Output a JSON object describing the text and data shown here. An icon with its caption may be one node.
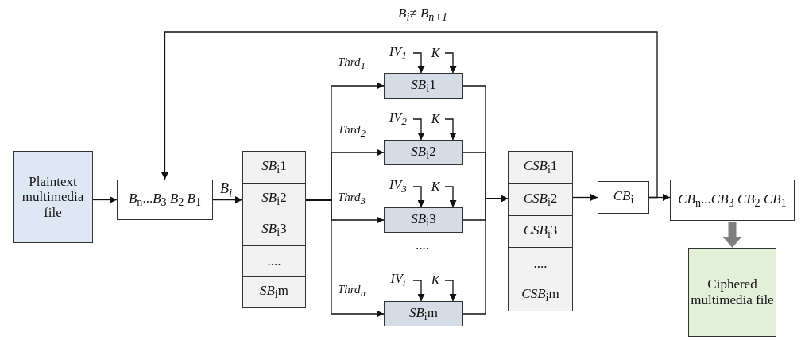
{
  "diagram": {
    "nodes": [
      {
        "text": [
          "Plaintext multimedia file"
        ]
      },
      {
        "text": [
          "*B*$_{n}$...*B*$_{3}$ *B*$_{2}$ *B*$_{1}$"
        ]
      },
      {
        "text": [],
        "shape": "box"
      },
      {
        "text": [
          "*SB*$_{i}$1"
        ],
        "in": 2
      },
      {
        "text": [
          "*SB*$_{i}$2"
        ],
        "in": 2
      },
      {
        "text": [
          "*SB*$_{i}$3"
        ],
        "in": 2
      },
      {
        "text": [
          "...."
        ],
        "in": 2
      },
      {
        "text": [
          "*SB*$_{i}$m"
        ],
        "in": 2
      },
      {
        "text": [
          "IV$_{1}$"
        ]
      },
      {
        "text": [
          "K"
        ]
      },
      {
        "text": [
          "*SB*$_{i}$1"
        ]
      },
      {
        "text": [
          "IV$_{2}$"
        ]
      },
      {
        "text": [
          "K"
        ]
      },
      {
        "text": [
          "*SB*$_{i}$2"
        ]
      },
      {
        "text": [
          "IV$_{3}$"
        ]
      },
      {
        "text": [
          "K"
        ]
      },
      {
        "text": [
          "*SB*$_{i}$3"
        ]
      },
      {
        "text": [
          "IV$_{i}$"
        ]
      },
      {
        "text": [
          "K"
        ]
      },
      {
        "text": [
          "*SB*$_{i}$m"
        ]
      },
      {
        "text": [],
        "shape": "box"
      },
      {
        "text": [
          "*CSB*$_{i}$1"
        ],
        "in": 20
      },
      {
        "text": [
          "*CSB*$_{i}$2"
        ],
        "in": 20
      },
      {
        "text": [
          "*CSB*$_{i}$3"
        ],
        "in": 20
      },
      {
        "text": [
          "...."
        ],
        "in": 20
      },
      {
        "text": [
          "*CSB*$_{i}$m"
        ],
        "in": 20
      },
      {
        "text": [
          "*CB*$_{i}$"
        ]
      },
      {
        "text": [
          "*CB*$_{n}$...*CB*$_{3}$ *CB*$_{2}$ *CB*$_{1}$"
        ]
      },
      {
        "text": [
          "Ciphered multimedia file"
        ]
      }
    ],
    "edges": [
      {
        "from": 0,
        "to": 1,
        "arrow": "to"
      },
      {
        "from": 1,
        "to": 2,
        "arrow": "to",
        "label": "B$_{i}$"
      },
      {
        "from": 2,
        "to": 10,
        "arrow": "to",
        "label": "Thrd$_{1}$"
      },
      {
        "from": 2,
        "to": 13,
        "arrow": "to",
        "label": "Thrd$_{2}$"
      },
      {
        "from": 2,
        "to": 16,
        "arrow": "to",
        "label": "Thrd$_{3}$"
      },
      {
        "from": 2,
        "to": 19,
        "arrow": "to",
        "label": "Thrd$_{n}$"
      },
      {
        "from": 8,
        "to": 10,
        "arrow": "to"
      },
      {
        "from": 9,
        "to": 10,
        "arrow": "to"
      },
      {
        "from": 11,
        "to": 13,
        "arrow": "to"
      },
      {
        "from": 12,
        "to": 13,
        "arrow": "to"
      },
      {
        "from": 14,
        "to": 16,
        "arrow": "to"
      },
      {
        "from": 15,
        "to": 16,
        "arrow": "to"
      },
      {
        "from": 17,
        "to": 19,
        "arrow": "to"
      },
      {
        "from": 18,
        "to": 19,
        "arrow": "to"
      },
      {
        "from": 10,
        "to": 20,
        "arrow": "to"
      },
      {
        "from": 13,
        "to": 20,
        "arrow": "to"
      },
      {
        "from": 16,
        "to": 20,
        "arrow": "to"
      },
      {
        "from": 19,
        "to": 20,
        "arrow": "to"
      },
      {
        "from": 20,
        "to": 26,
        "arrow": "to"
      },
      {
        "from": 26,
        "to": 27,
        "arrow": "to"
      },
      {
        "from": 26,
        "to": 1,
        "arrow": "to",
        "label": "B$_{i}$≠ B$_{n+1}$"
      },
      {
        "from": 27,
        "to": 28,
        "arrow": "to",
        "style": "thick",
        "color": "#7f7f7f"
      }
    ],
    "labels": [
      "...."
    ]
  }
}
